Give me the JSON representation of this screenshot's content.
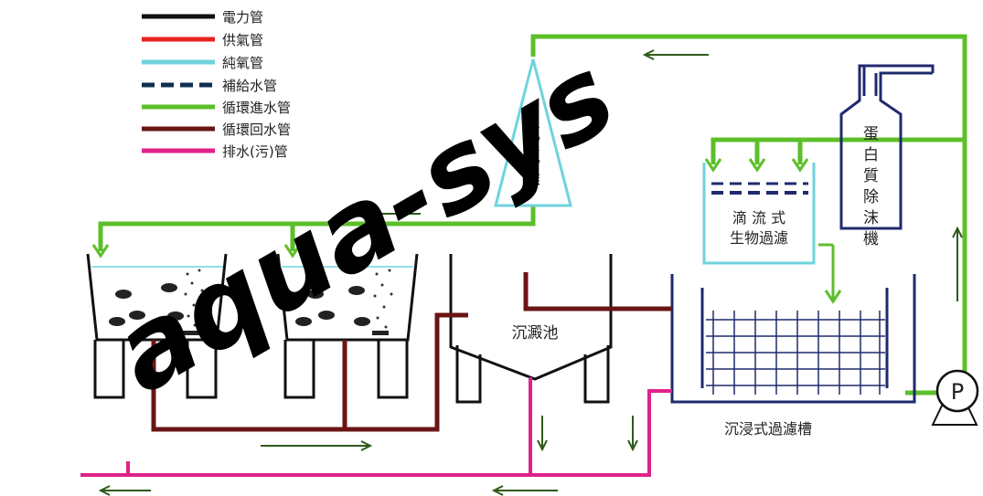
{
  "legend": [
    {
      "label": "電力管",
      "color": "#111111",
      "style": "solid"
    },
    {
      "label": "供氣管",
      "color": "#e8231f",
      "style": "solid"
    },
    {
      "label": "純氧管",
      "color": "#6fd3dc",
      "style": "solid"
    },
    {
      "label": "補給水管",
      "color": "#0f2f4f",
      "style": "dashed"
    },
    {
      "label": "循環進水管",
      "color": "#5cbf2a",
      "style": "solid"
    },
    {
      "label": "循環回水管",
      "color": "#6b1414",
      "style": "solid"
    },
    {
      "label": "排水(污)管",
      "color": "#e0218a",
      "style": "solid"
    }
  ],
  "labels": {
    "oxygen_cone": [
      "氧",
      "氣",
      "錐"
    ],
    "protein_skimmer": [
      "蛋",
      "白",
      "質",
      "除",
      "沫",
      "機"
    ],
    "trickle_filter_line1": "滴 流 式",
    "trickle_filter_line2": "生物過濾",
    "settling_tank": "沉澱池",
    "submerged_filter": "沉浸式過濾槽",
    "pump": "P"
  },
  "watermark": "aqua-sys",
  "colors": {
    "green": "#5cbf2a",
    "brown": "#6b1414",
    "magenta": "#e0218a",
    "navy": "#1f2a6e",
    "cyan": "#6fd3dc",
    "black": "#111111"
  }
}
